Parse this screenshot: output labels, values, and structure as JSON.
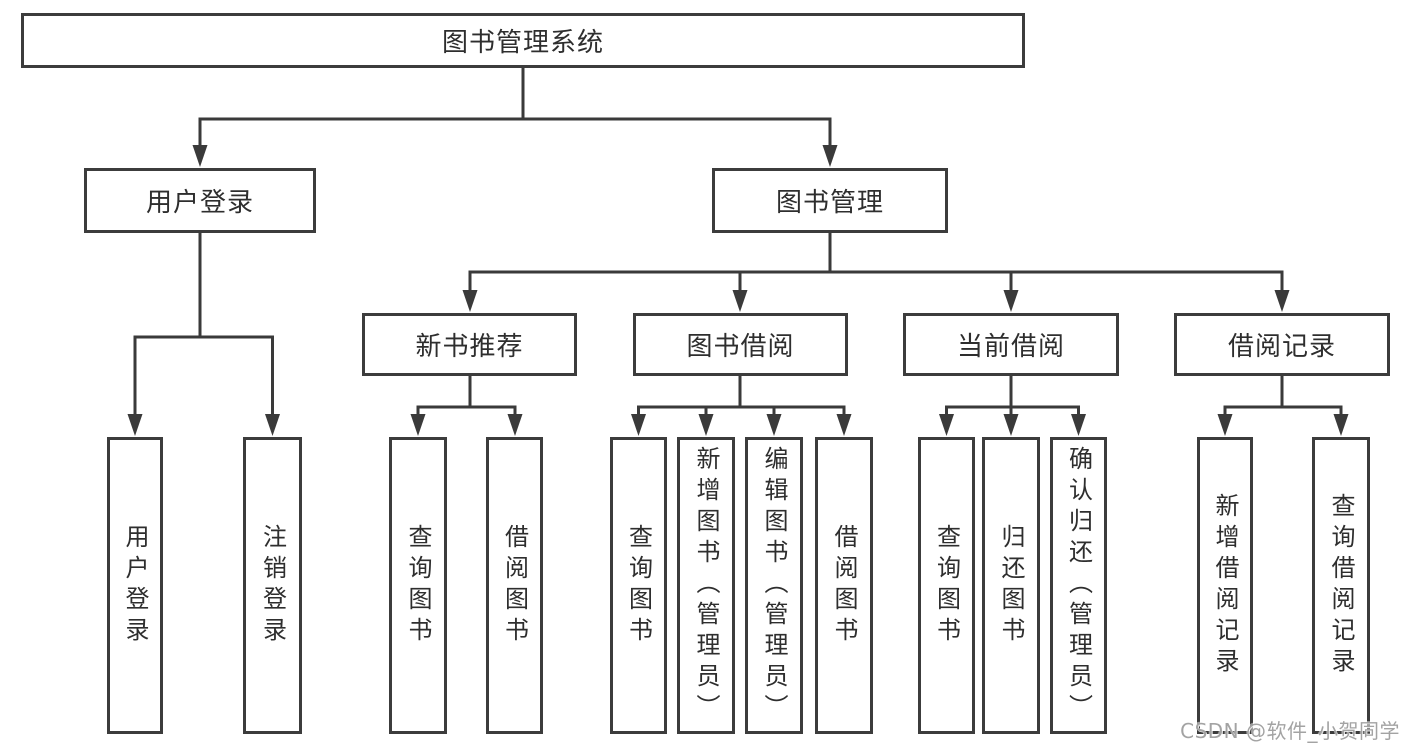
{
  "diagram_title": "图书管理系统",
  "nodes": {
    "root": {
      "label": "图书管理系统"
    },
    "user_login": {
      "label": "用户登录"
    },
    "book_management": {
      "label": "图书管理"
    },
    "new_book_recommend": {
      "label": "新书推荐"
    },
    "book_borrowing": {
      "label": "图书借阅"
    },
    "current_borrowing": {
      "label": "当前借阅"
    },
    "borrowing_records": {
      "label": "借阅记录"
    },
    "leaf_user_login": {
      "label": "用户登录"
    },
    "leaf_logout": {
      "label": "注销登录"
    },
    "leaf_query_books_recommend": {
      "label": "查询图书"
    },
    "leaf_borrow_books_recommend": {
      "label": "借阅图书"
    },
    "leaf_query_books_borrowing": {
      "label": "查询图书"
    },
    "leaf_add_books_admin": {
      "label": "新增图书（管理员）"
    },
    "leaf_edit_books_admin": {
      "label": "编辑图书（管理员）"
    },
    "leaf_borrow_books_borrowing": {
      "label": "借阅图书"
    },
    "leaf_query_books_current": {
      "label": "查询图书"
    },
    "leaf_return_books": {
      "label": "归还图书"
    },
    "leaf_confirm_return_admin": {
      "label": "确认归还（管理员）"
    },
    "leaf_add_borrow_record": {
      "label": "新增借阅记录"
    },
    "leaf_query_borrow_record": {
      "label": "查询借阅记录"
    }
  },
  "structure": [
    {
      "parent": "图书管理系统",
      "children": [
        "用户登录",
        "图书管理"
      ]
    },
    {
      "parent": "用户登录",
      "children": [
        "用户登录",
        "注销登录"
      ]
    },
    {
      "parent": "图书管理",
      "children": [
        "新书推荐",
        "图书借阅",
        "当前借阅",
        "借阅记录"
      ]
    },
    {
      "parent": "新书推荐",
      "children": [
        "查询图书",
        "借阅图书"
      ]
    },
    {
      "parent": "图书借阅",
      "children": [
        "查询图书",
        "新增图书（管理员）",
        "编辑图书（管理员）",
        "借阅图书"
      ]
    },
    {
      "parent": "当前借阅",
      "children": [
        "查询图书",
        "归还图书",
        "确认归还（管理员）"
      ]
    },
    {
      "parent": "借阅记录",
      "children": [
        "新增借阅记录",
        "查询借阅记录"
      ]
    }
  ],
  "watermark": {
    "text": "CSDN @软件_小贺同学"
  },
  "colors": {
    "background": "#ffffff",
    "box_border": "#3c3c3c",
    "line": "#3a3a3a",
    "text": "#2e2e2e",
    "watermark": "#a3a3a3"
  }
}
